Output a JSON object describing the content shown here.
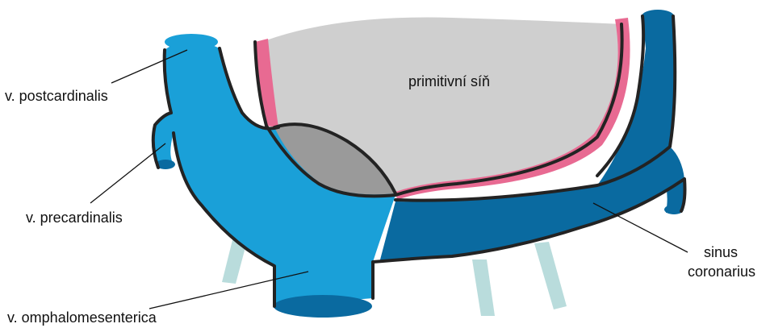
{
  "labels": {
    "atrium": "primitivní síň",
    "postcardinal": "v. postcardinalis",
    "precardinal": "v. precardinalis",
    "omphalomesenteric": "v. omphalomesenterica",
    "sinus_line1": "sinus",
    "sinus_line2": "coronarius"
  },
  "colors": {
    "vein_light": "#1aa0d8",
    "vein_dark": "#0a6aa0",
    "atrium_fill": "#cfcfcf",
    "septum_fill": "#9a9a9a",
    "atrium_wall": "#e86a92",
    "outline": "#232323",
    "background_vessels": "#b9dcdc"
  }
}
